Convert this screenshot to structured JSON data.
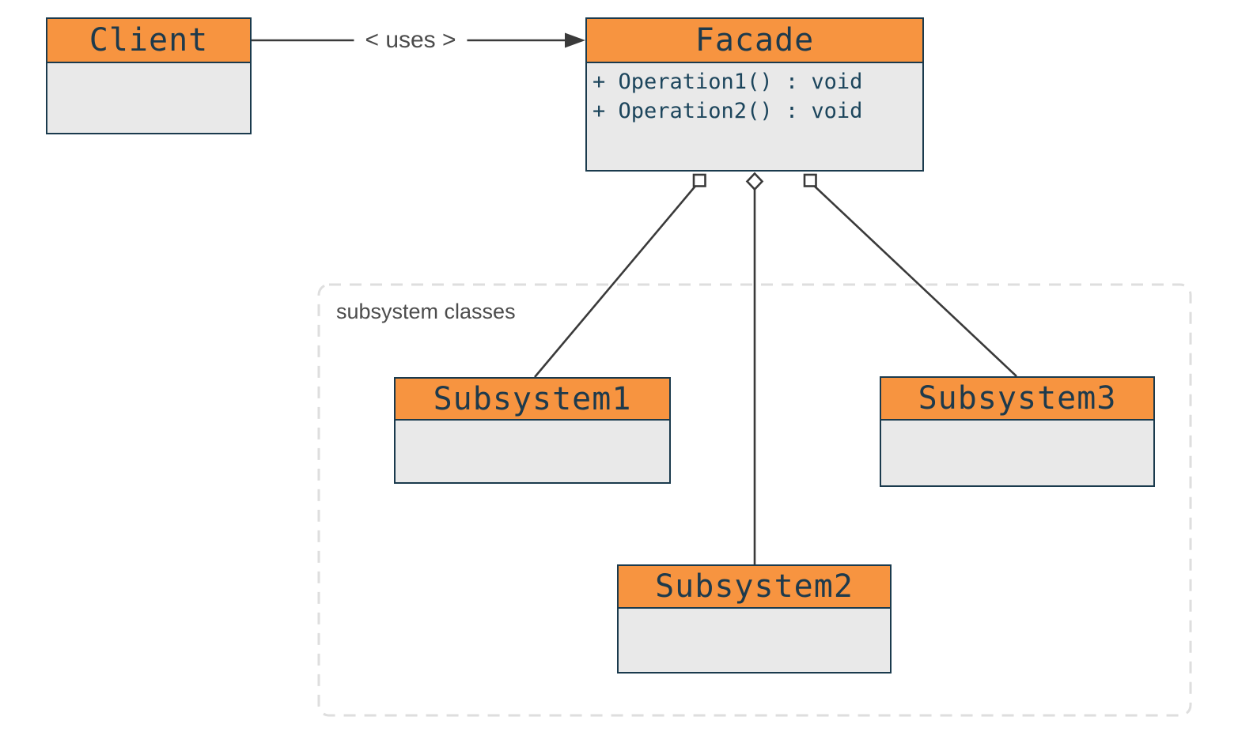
{
  "diagram": {
    "type": "uml-class-diagram",
    "pattern": "Facade",
    "classes": [
      {
        "name": "Client",
        "operations": []
      },
      {
        "name": "Facade",
        "operations": [
          "+ Operation1() : void",
          "+ Operation2() : void"
        ]
      },
      {
        "name": "Subsystem1",
        "operations": []
      },
      {
        "name": "Subsystem2",
        "operations": []
      },
      {
        "name": "Subsystem3",
        "operations": []
      }
    ],
    "edges": [
      {
        "from": "Client",
        "to": "Facade",
        "type": "dependency-arrow",
        "label": "< uses >"
      },
      {
        "from": "Facade",
        "to": "Subsystem1",
        "type": "aggregation",
        "diamond_at": "Facade"
      },
      {
        "from": "Facade",
        "to": "Subsystem2",
        "type": "aggregation",
        "diamond_at": "Facade"
      },
      {
        "from": "Facade",
        "to": "Subsystem3",
        "type": "aggregation",
        "diamond_at": "Facade"
      }
    ],
    "group": {
      "label": "subsystem classes",
      "members": [
        "Subsystem1",
        "Subsystem2",
        "Subsystem3"
      ]
    },
    "colors": {
      "header_fill": "#f79440",
      "body_fill": "#e9e9e9",
      "border": "#1a3a4d",
      "title_text": "#1e3a4c",
      "operation_text": "#1c455c",
      "line": "#3a3a3a",
      "label_text": "#4c4c4c",
      "group_border": "#dedede"
    }
  }
}
